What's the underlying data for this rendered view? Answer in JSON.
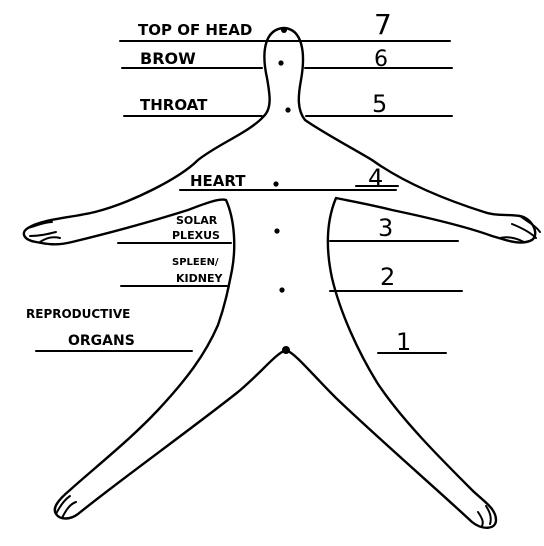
{
  "diagram": {
    "chakras": [
      {
        "number": "7",
        "label_lines": [
          "TOP OF HEAD"
        ]
      },
      {
        "number": "6",
        "label_lines": [
          "BROW"
        ]
      },
      {
        "number": "5",
        "label_lines": [
          "THROAT"
        ]
      },
      {
        "number": "4",
        "label_lines": [
          "HEART"
        ]
      },
      {
        "number": "3",
        "label_lines": [
          "SOLAR",
          "PLEXUS"
        ]
      },
      {
        "number": "2",
        "label_lines": [
          "SPLEEN/",
          "KIDNEY"
        ]
      },
      {
        "number": "1",
        "label_lines": [
          "REPRODUCTIVE",
          "ORGANS"
        ]
      }
    ]
  }
}
